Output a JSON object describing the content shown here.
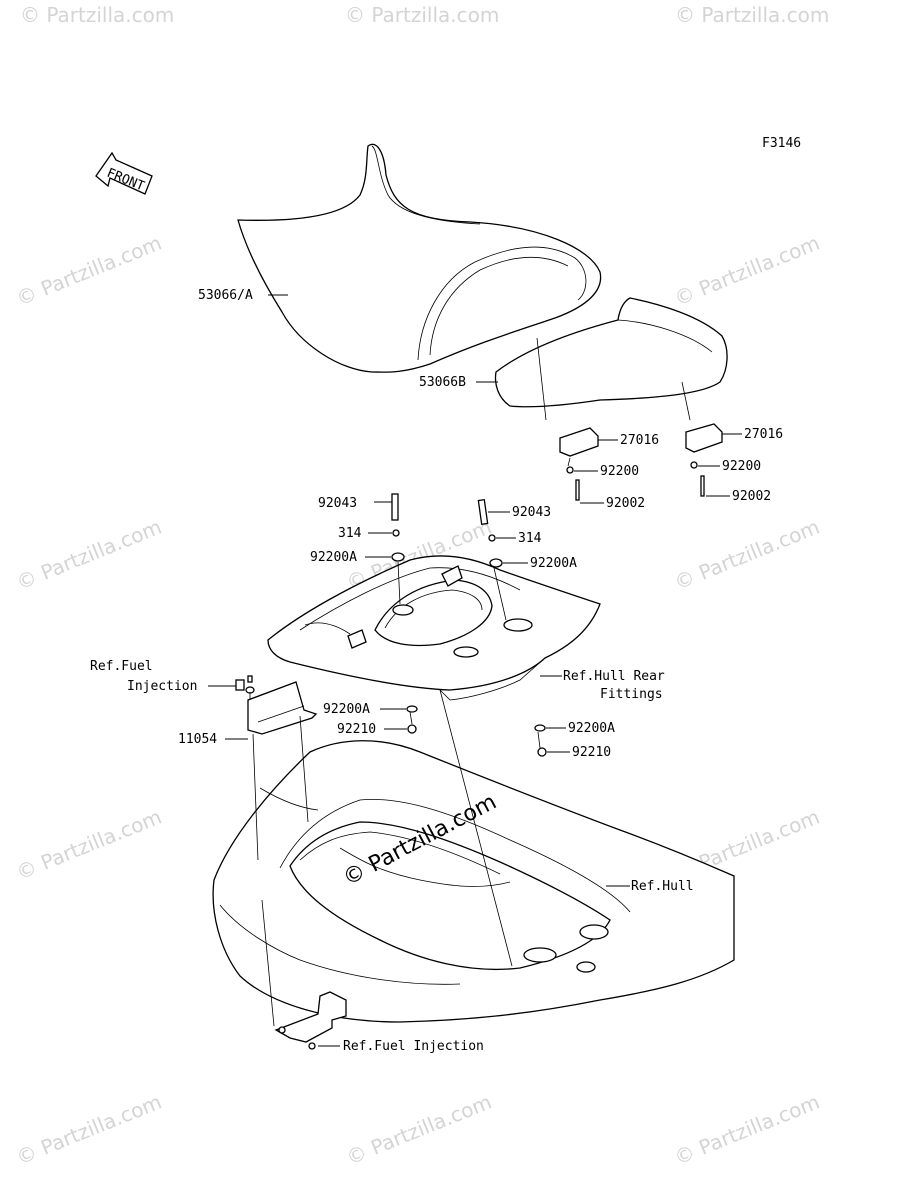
{
  "figure_code": "F3146",
  "front_label": "FRONT",
  "watermark_text": "© Partzilla.com",
  "labels": {
    "seat_front": "53066/A",
    "seat_rear": "53066B",
    "stopper_right": "27016",
    "stopper_left": "27016",
    "washer_92200_a": "92200",
    "washer_92200_b": "92200",
    "bolt_92002_a": "92002",
    "bolt_92002_b": "92002",
    "bolt_92043_left": "92043",
    "bolt_92043_right": "92043",
    "part_314_left": "314",
    "part_314_right": "314",
    "washer_92200A_upper_left": "92200A",
    "washer_92200A_upper_right": "92200A",
    "ref_fuel_injection_line1": "Ref.Fuel",
    "ref_fuel_injection_line2": "Injection",
    "ref_hull_rear_line1": "Ref.Hull Rear",
    "ref_hull_rear_line2": "Fittings",
    "washer_92200A_lower_left": "92200A",
    "nut_92210_left": "92210",
    "washer_92200A_lower_right": "92200A",
    "nut_92210_right": "92210",
    "bracket_11054": "11054",
    "ref_hull": "Ref.Hull",
    "ref_fuel_injection_bottom": "Ref.Fuel Injection"
  },
  "colors": {
    "line": "#000000",
    "watermark": "#d4d4d4",
    "background": "#ffffff"
  }
}
